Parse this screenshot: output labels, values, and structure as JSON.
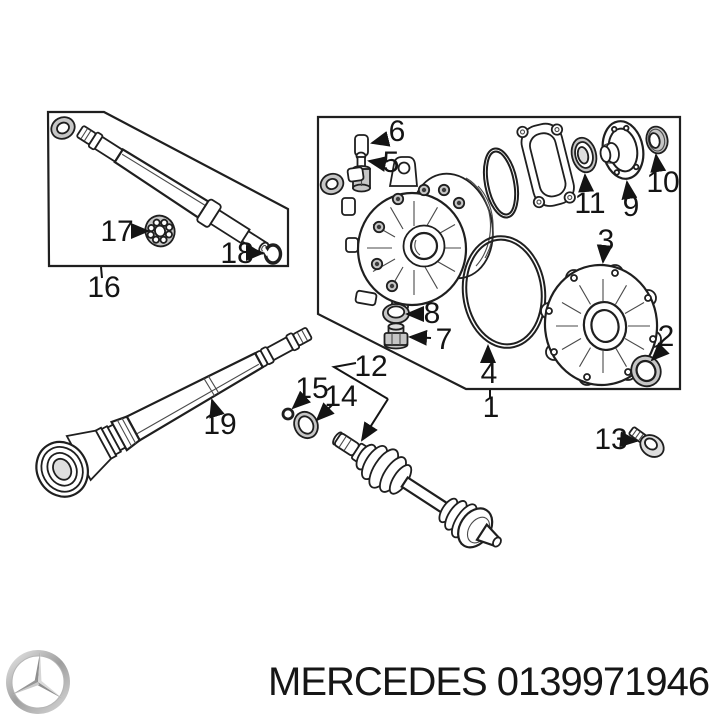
{
  "diagram": {
    "description": "Exploded parts diagram of a Mercedes front differential with intermediate shaft, propeller shaft and CV axle",
    "callouts": {
      "n1": "1",
      "n2": "2",
      "n3": "3",
      "n4": "4",
      "n5": "5",
      "n6": "6",
      "n7": "7",
      "n8": "8",
      "n9": "9",
      "n10": "10",
      "n11": "11",
      "n12": "12",
      "n13": "13",
      "n14": "14",
      "n15": "15",
      "n16": "16",
      "n17": "17",
      "n18": "18",
      "n19": "19"
    }
  },
  "footer": {
    "brand": "MERCEDES",
    "part_number": "0139971946",
    "logo_icon": "mercedes-star-icon"
  },
  "colors": {
    "background": "#ffffff",
    "line": "#1f1f1f",
    "label_text": "#141414",
    "footer_text": "#161616",
    "shade_gray": "#c6c6c6",
    "logo_silver": "#9e9e9e"
  }
}
